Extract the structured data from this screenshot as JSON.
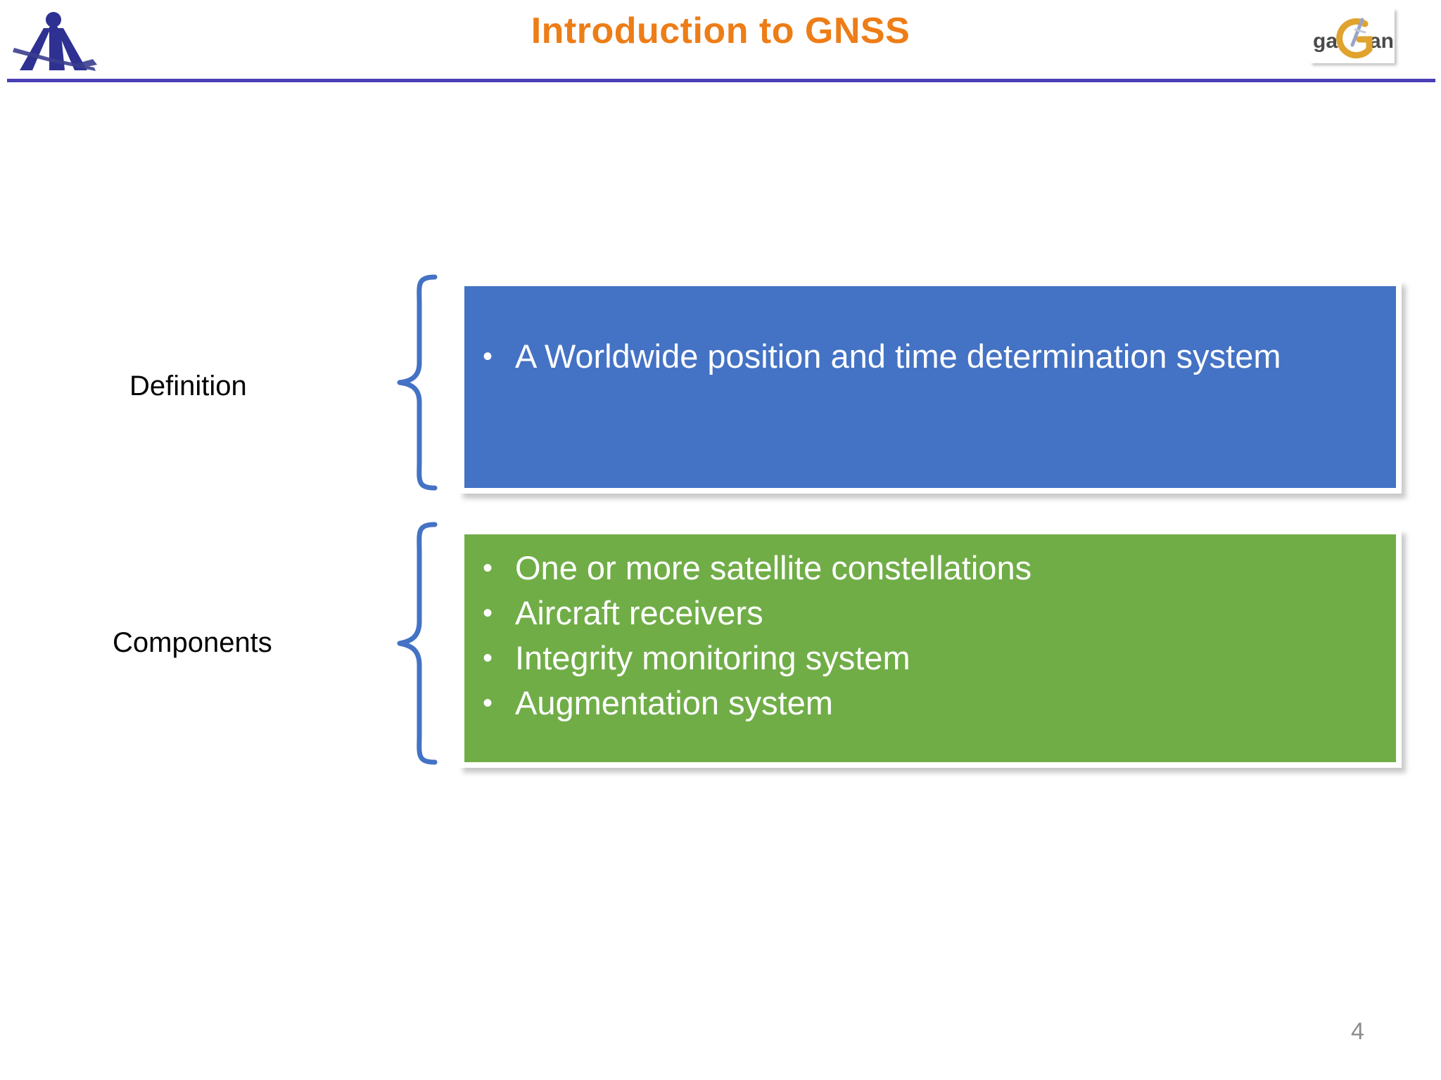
{
  "header": {
    "title": "Introduction to GNSS",
    "title_color": "#ED7D17",
    "rule_color": "#4A3FB5",
    "left_logo_name": "aai-logo",
    "right_logo_name": "gagan-logo",
    "right_logo_text_left": "ga",
    "right_logo_text_right": "an"
  },
  "groups": [
    {
      "label": "Definition",
      "accent_color": "#4472C4",
      "brace_color": "#4472C4",
      "bullet_glyph": "•",
      "items": [
        "A Worldwide position and time determination system"
      ]
    },
    {
      "label": "Components",
      "accent_color": "#70AD47",
      "brace_color": "#4472C4",
      "bullet_glyph": "•",
      "items": [
        "One or more satellite constellations",
        "Aircraft receivers",
        "Integrity monitoring system",
        "Augmentation system"
      ]
    }
  ],
  "footer": {
    "page_number": "4"
  }
}
